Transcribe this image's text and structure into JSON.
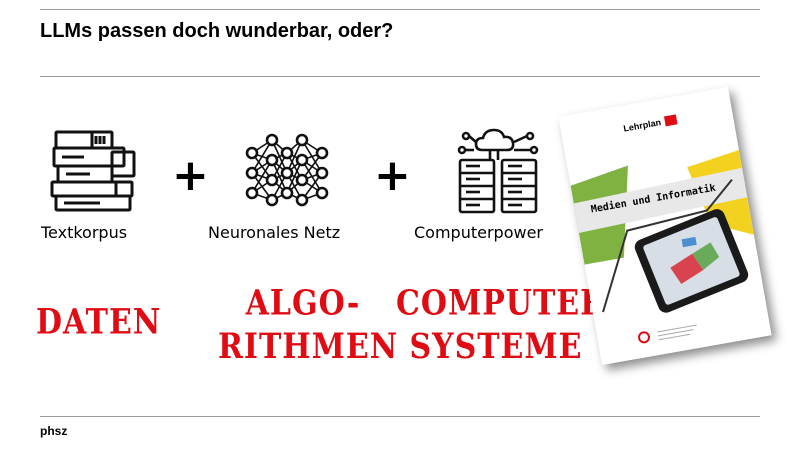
{
  "slide": {
    "title": "LLMs passen doch wunderbar, oder?",
    "footer": "phsz"
  },
  "icons": [
    {
      "name": "books-icon",
      "caption": "Textkorpus"
    },
    {
      "name": "neural-network-icon",
      "caption": "Neuronales Netz"
    },
    {
      "name": "cloud-server-icon",
      "caption": "Computerpower"
    }
  ],
  "operators": [
    "+",
    "+"
  ],
  "stamps": {
    "daten": "DATEN",
    "algo_line1": "ALGO-",
    "algo_line2": "RITHMEN",
    "computer_line1": "COMPUTER-",
    "computer_line2": "SYSTEME"
  },
  "book": {
    "brand": "Lehrplan",
    "title": "Medien und Informatik"
  },
  "colors": {
    "stamp_red": "#e00c14",
    "rule_gray": "#9a9a9a"
  }
}
